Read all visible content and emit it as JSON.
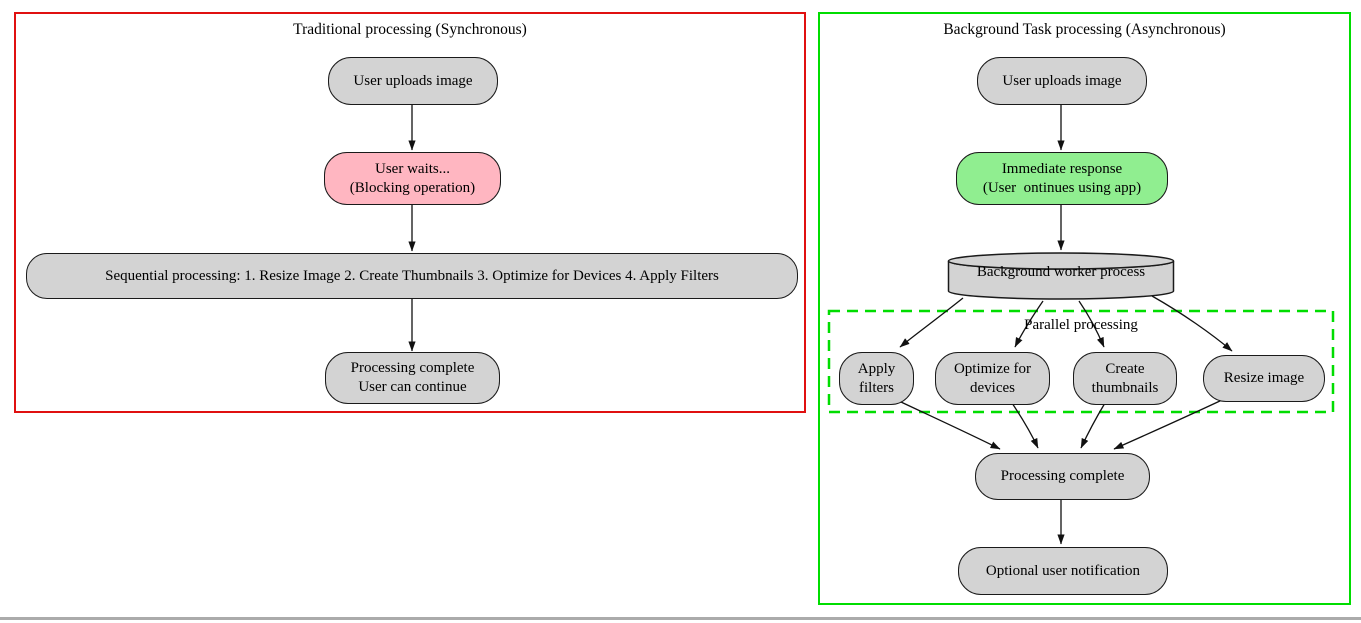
{
  "colors": {
    "node_gray": "#d3d3d3",
    "node_pink": "#ffb6c1",
    "node_green": "#90ee90",
    "cluster_red": "#e01010",
    "cluster_green": "#00dd00",
    "edge_black": "#111111"
  },
  "left_cluster": {
    "title": "Traditional processing (Synchronous)",
    "nodes": {
      "upload": {
        "label": "User uploads image"
      },
      "wait": {
        "line1": "User waits...",
        "line2": "(Blocking operation)"
      },
      "sequential": {
        "label": "Sequential processing: 1. Resize Image 2. Create Thumbnails 3. Optimize for Devices 4. Apply Filters"
      },
      "complete": {
        "line1": "Processing complete",
        "line2": "User can continue"
      }
    }
  },
  "right_cluster": {
    "title": "Background Task processing (Asynchronous)",
    "parallel_cluster_label": "Parallel processing",
    "nodes": {
      "upload": {
        "label": "User uploads image"
      },
      "immediate": {
        "line1": "Immediate response",
        "line2": "(User  ontinues using app)"
      },
      "worker": {
        "label": "Background worker process"
      },
      "apply": {
        "line1": "Apply",
        "line2": "filters"
      },
      "optimize": {
        "line1": "Optimize for",
        "line2": "devices"
      },
      "create": {
        "line1": "Create",
        "line2": "thumbnails"
      },
      "resize": {
        "label": "Resize image"
      },
      "pcomplete": {
        "label": "Processing complete"
      },
      "notify": {
        "label": "Optional user notification"
      }
    }
  }
}
